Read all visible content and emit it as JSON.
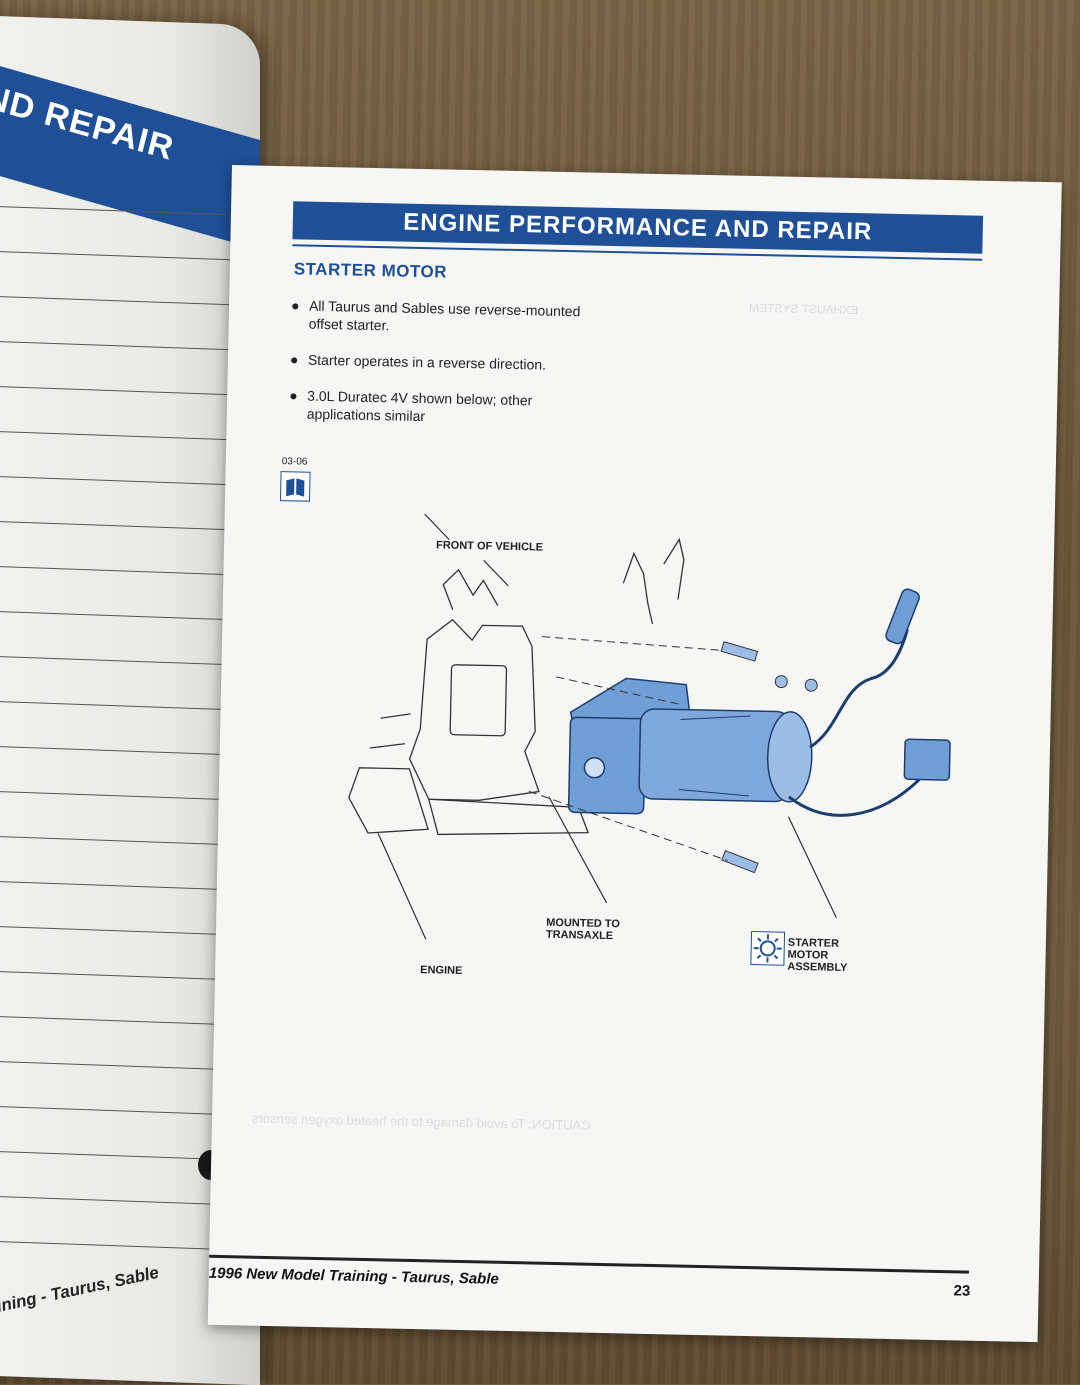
{
  "left_page": {
    "banner_text": "ND REPAIR",
    "footer_text": "l Training - Taurus, Sable"
  },
  "right_page": {
    "banner_title": "ENGINE PERFORMANCE AND REPAIR",
    "section_title": "STARTER MOTOR",
    "bullets": [
      "All Taurus and Sables use reverse-mounted offset starter.",
      "Starter operates in a reverse direction.",
      "3.0L Duratec 4V shown below; other applications similar"
    ],
    "ref_code": "03-06",
    "callouts": {
      "front_of_vehicle": "FRONT OF VEHICLE",
      "mounted_to_transaxle": "MOUNTED TO TRANSAXLE",
      "engine": "ENGINE",
      "starter_motor_assembly": "STARTER MOTOR ASSEMBLY"
    },
    "ghost_text": {
      "exhaust_system": "EXHAUST SYSTEM",
      "caution_line": "CAUTION: To avoid damage to the heated oxygen sensors"
    },
    "footer_title": "1996 New Model Training - Taurus, Sable",
    "page_number": "23"
  },
  "colors": {
    "brand_blue": "#1f4f97",
    "diagram_blue": "#6f9fd6"
  },
  "icons": [
    "book-icon",
    "sun-gear-icon"
  ]
}
